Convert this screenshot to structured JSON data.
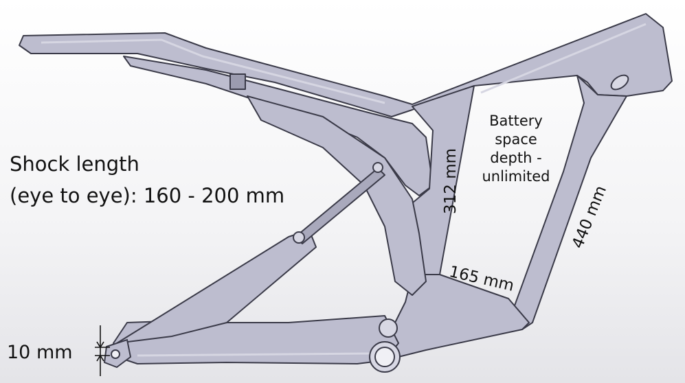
{
  "labels": {
    "shock_line1": "Shock length",
    "shock_line2": "(eye to eye): 160 - 200 mm",
    "battery_line1": "Battery",
    "battery_line2": "space",
    "battery_line3": "depth -",
    "battery_line4": "unlimited",
    "dim_312": "312 mm",
    "dim_440": "440 mm",
    "dim_165": "165 mm",
    "dim_10": "10 mm"
  },
  "colors": {
    "frame_fill": "#bdbdcf",
    "frame_stroke": "#3a3a48",
    "frame_highlight": "#d6d6e2",
    "text": "#111111"
  }
}
